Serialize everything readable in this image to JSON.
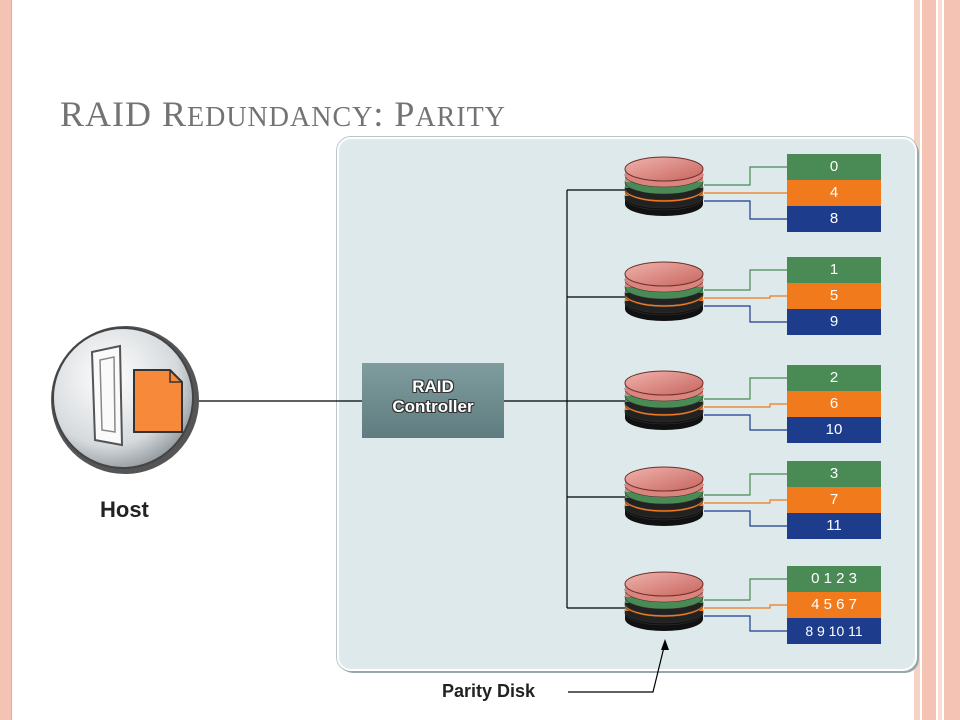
{
  "title": {
    "first": "RAID R",
    "small1": "EDUNDANCY",
    "mid": ": P",
    "small2": "ARITY"
  },
  "controller": {
    "line1": "RAID",
    "line2": "Controller"
  },
  "host": {
    "label": "Host"
  },
  "parity": {
    "label": "Parity Disk"
  },
  "disks": [
    {
      "strips": [
        "0",
        "4",
        "8"
      ]
    },
    {
      "strips": [
        "1",
        "5",
        "9"
      ]
    },
    {
      "strips": [
        "2",
        "6",
        "10"
      ]
    },
    {
      "strips": [
        "3",
        "7",
        "11"
      ]
    },
    {
      "strips": [
        "0 1 2 3",
        "4 5 6 7",
        "8 9 10 11"
      ]
    }
  ],
  "colors": {
    "green": "#4a8a55",
    "orange": "#f07a1c",
    "blue": "#1d3c8c",
    "panel": "#dde9ea",
    "accent": "#f4c3b4"
  }
}
